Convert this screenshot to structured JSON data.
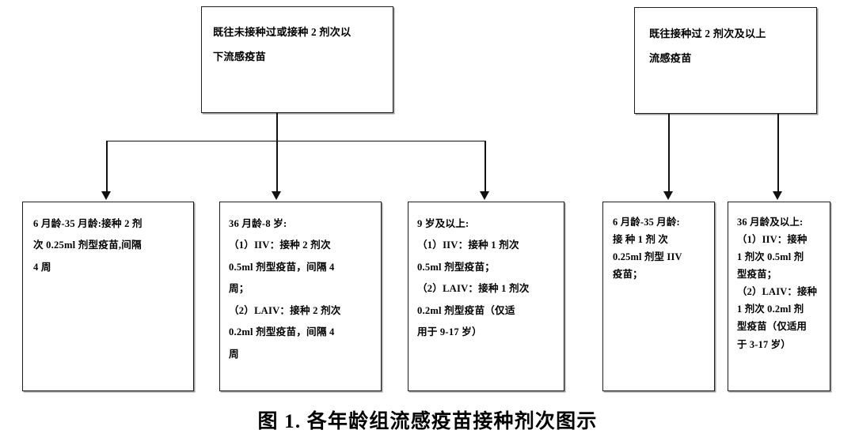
{
  "figure": {
    "caption": "图 1. 各年龄组流感疫苗接种剂次图示",
    "caption_number": "图 1.",
    "caption_text": "各年龄组流感疫苗接种剂次图示"
  },
  "diagram": {
    "type": "flowchart",
    "title": "各年龄组流感疫苗接种剂次图示",
    "branches": [
      {
        "id": "previously-unvaccinated-or-under-two-doses",
        "root": {
          "id": "node-prev-none",
          "lines": [
            "既往未接种过或接种 2 剂次以",
            "下流感疫苗"
          ]
        },
        "children": [
          {
            "id": "node-age-6m-35m-a",
            "age_group": "6月龄-35月龄",
            "lines": [
              "6 月龄-35 月龄:接种 2 剂",
              "次 0.25ml 剂型疫苗,间隔",
              "4 周"
            ]
          },
          {
            "id": "node-age-36m-8y",
            "age_group": "36月龄-8岁",
            "lines": [
              "36 月龄-8 岁:",
              "（1）IIV：接种 2 剂次",
              "0.5ml 剂型疫苗，间隔 4",
              "周；",
              "（2）LAIV：接种 2 剂次",
              "0.2ml 剂型疫苗，间隔 4",
              "周"
            ]
          },
          {
            "id": "node-age-9y-up",
            "age_group": "9岁及以上",
            "lines": [
              "9 岁及以上:",
              "（1）IIV：接种 1 剂次",
              "0.5ml 剂型疫苗；",
              "（2）LAIV：接种 1 剂次",
              "0.2ml 剂型疫苗（仅适",
              "用于 9-17 岁）"
            ]
          }
        ]
      },
      {
        "id": "previously-vaccinated-two-or-more-doses",
        "root": {
          "id": "node-prev-two",
          "lines": [
            "既往接种过 2 剂次及以上",
            "流感疫苗"
          ]
        },
        "children": [
          {
            "id": "node-age-6m-35m-b",
            "age_group": "6月龄-35月龄",
            "lines": [
              "6 月龄-35 月龄:",
              "接 种 1 剂 次",
              "0.25ml 剂型 IIV",
              "疫苗；"
            ]
          },
          {
            "id": "node-age-36m-up",
            "age_group": "36月龄及以上",
            "lines": [
              "36 月龄及以上:",
              "（1）IIV：接种",
              "1 剂次 0.5ml 剂",
              "型疫苗；",
              "（2）LAIV：接种",
              "1 剂次 0.2ml 剂",
              "型疫苗（仅适用",
              "于 3-17 岁）"
            ]
          }
        ]
      }
    ]
  },
  "colors": {
    "stroke": "#1d1d1d",
    "arrow": "#111111",
    "shadow": "#9a9a9a",
    "background": "#ffffff",
    "text": "#000000"
  }
}
